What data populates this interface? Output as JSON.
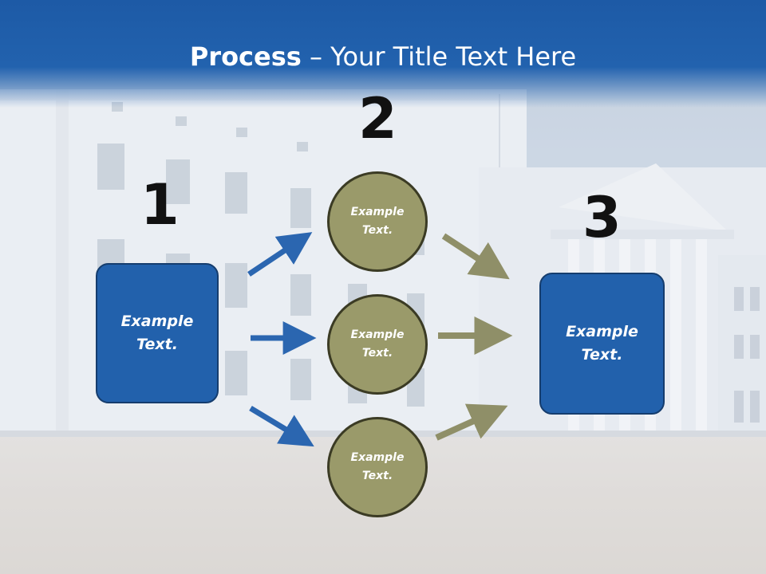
{
  "title": {
    "bold": "Process",
    "rest": " – Your Title Text Here"
  },
  "steps": [
    "1",
    "2",
    "3"
  ],
  "left_box": {
    "line1": "Example",
    "line2": "Text."
  },
  "right_box": {
    "line1": "Example",
    "line2": "Text."
  },
  "circles": [
    {
      "line1": "Example",
      "line2": "Text."
    },
    {
      "line1": "Example",
      "line2": "Text."
    },
    {
      "line1": "Example",
      "line2": "Text."
    }
  ],
  "colors": {
    "header_blue": "#2262ae",
    "box_blue": "#2261ac",
    "circle_olive": "#9a9a6a",
    "arrow_blue": "#2b66b0",
    "arrow_olive": "#8f8f68"
  }
}
